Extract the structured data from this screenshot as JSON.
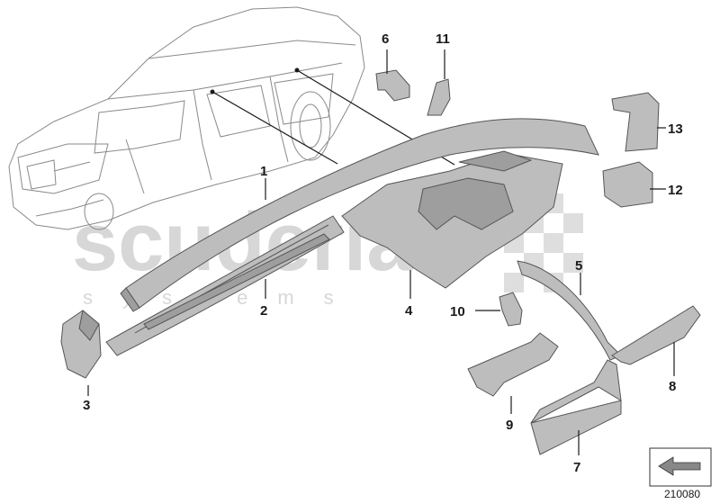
{
  "diagram": {
    "watermark": {
      "brand": "scuderia",
      "tagline": "systems"
    },
    "document_number": "210080",
    "callouts": [
      {
        "id": "1",
        "label": "1"
      },
      {
        "id": "2",
        "label": "2"
      },
      {
        "id": "3",
        "label": "3"
      },
      {
        "id": "4",
        "label": "4"
      },
      {
        "id": "5",
        "label": "5"
      },
      {
        "id": "6",
        "label": "6"
      },
      {
        "id": "7",
        "label": "7"
      },
      {
        "id": "8",
        "label": "8"
      },
      {
        "id": "9",
        "label": "9"
      },
      {
        "id": "10",
        "label": "10"
      },
      {
        "id": "11",
        "label": "11"
      },
      {
        "id": "12",
        "label": "12"
      },
      {
        "id": "13",
        "label": "13"
      }
    ],
    "colors": {
      "part_fill": "#bdbdbd",
      "part_shade": "#9e9e9e",
      "outline": "#555555",
      "car_outline": "#8a8a8a",
      "watermark": "#d7d7d7"
    }
  }
}
